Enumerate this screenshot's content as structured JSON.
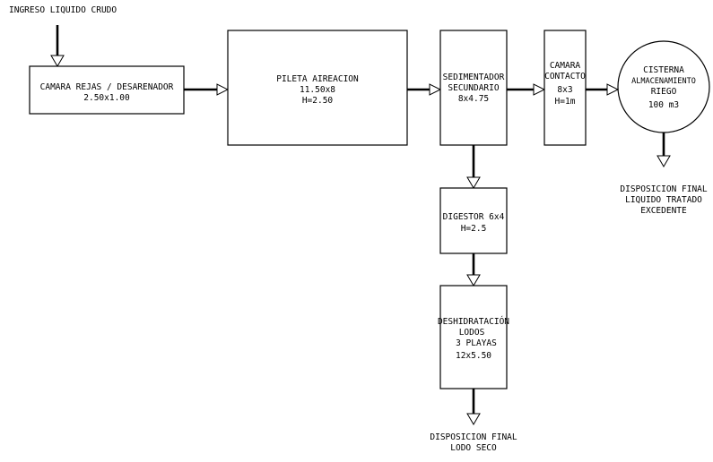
{
  "input": {
    "label": "INGRESO LIQUIDO CRUDO"
  },
  "camara_rejas": {
    "line1": "CAMARA REJAS / DESARENADOR",
    "line2": "2.50x1.00"
  },
  "pileta": {
    "line1": "PILETA AIREACION",
    "line2": "11.50x8",
    "line3": "H=2.50"
  },
  "sedimentador": {
    "line1": "SEDIMENTADOR",
    "line2": "SECUNDARIO",
    "line3": "8x4.75"
  },
  "camara_contacto": {
    "line1": "CAMARA",
    "line2": "CONTACTO",
    "line3": "8x3",
    "line4": "H=1m"
  },
  "cisterna": {
    "line1": "CISTERNA",
    "line2": "ALMACENAMIENTO",
    "line3": "RIEGO",
    "line4": "100 m3"
  },
  "disposicion_liquido": {
    "line1": "DISPOSICION FINAL",
    "line2": "LIQUIDO TRATADO",
    "line3": "EXCEDENTE"
  },
  "digestor": {
    "line1": "DIGESTOR 6x4",
    "line2": "H=2.5"
  },
  "deshidratacion": {
    "line1": "DESHIDRATACIÓN",
    "line2": "LODOS",
    "line3": "3 PLAYAS",
    "line4": "12x5.50"
  },
  "disposicion_lodo": {
    "line1": "DISPOSICION FINAL",
    "line2": "LODO SECO"
  }
}
